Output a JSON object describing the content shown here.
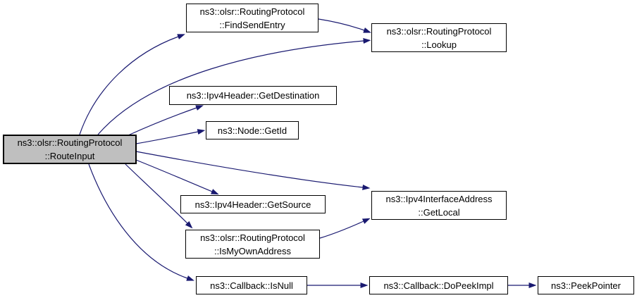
{
  "diagram": {
    "type": "call-graph",
    "background_color": "#ffffff",
    "edge_color": "#191970",
    "node_border_color": "#000000",
    "node_fill_color": "#ffffff",
    "highlighted_node_fill_color": "#bfbfbf",
    "nodes": {
      "route_input": {
        "lines": [
          "ns3::olsr::RoutingProtocol",
          "::RouteInput"
        ],
        "highlighted": true
      },
      "find_send_entry": {
        "lines": [
          "ns3::olsr::RoutingProtocol",
          "::FindSendEntry"
        ],
        "highlighted": false
      },
      "lookup": {
        "lines": [
          "ns3::olsr::RoutingProtocol",
          "::Lookup"
        ],
        "highlighted": false
      },
      "get_destination": {
        "lines": [
          "ns3::Ipv4Header::GetDestination"
        ],
        "highlighted": false
      },
      "get_id": {
        "lines": [
          "ns3::Node::GetId"
        ],
        "highlighted": false
      },
      "get_source": {
        "lines": [
          "ns3::Ipv4Header::GetSource"
        ],
        "highlighted": false
      },
      "is_my_own_address": {
        "lines": [
          "ns3::olsr::RoutingProtocol",
          "::IsMyOwnAddress"
        ],
        "highlighted": false
      },
      "get_local": {
        "lines": [
          "ns3::Ipv4InterfaceAddress",
          "::GetLocal"
        ],
        "highlighted": false
      },
      "is_null": {
        "lines": [
          "ns3::Callback::IsNull"
        ],
        "highlighted": false
      },
      "do_peek_impl": {
        "lines": [
          "ns3::Callback::DoPeekImpl"
        ],
        "highlighted": false
      },
      "peek_pointer": {
        "lines": [
          "ns3::PeekPointer"
        ],
        "highlighted": false
      }
    },
    "edges": [
      {
        "from": "route_input",
        "to": "find_send_entry"
      },
      {
        "from": "route_input",
        "to": "lookup"
      },
      {
        "from": "find_send_entry",
        "to": "lookup"
      },
      {
        "from": "route_input",
        "to": "get_destination"
      },
      {
        "from": "route_input",
        "to": "get_id"
      },
      {
        "from": "route_input",
        "to": "get_local"
      },
      {
        "from": "route_input",
        "to": "get_source"
      },
      {
        "from": "route_input",
        "to": "is_my_own_address"
      },
      {
        "from": "route_input",
        "to": "is_null"
      },
      {
        "from": "is_my_own_address",
        "to": "get_local"
      },
      {
        "from": "is_null",
        "to": "do_peek_impl"
      },
      {
        "from": "do_peek_impl",
        "to": "peek_pointer"
      }
    ]
  }
}
